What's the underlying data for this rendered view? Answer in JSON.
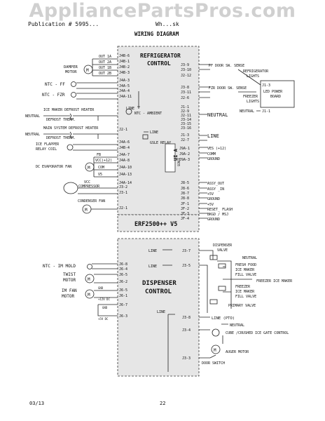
{
  "watermark": "AppliancePartsPros.com",
  "header": {
    "left": "Publication # 5995...",
    "right": "Wh...sk",
    "title": "WIRING DIAGRAM"
  },
  "footer": {
    "date": "03/13",
    "page": "22"
  },
  "colors": {
    "line": "#222222",
    "board": "#e6e6e6",
    "watermark": "#999999"
  },
  "board": {
    "main_title_1": "REFRIGERATOR",
    "main_title_2": "CONTROL",
    "model": "ERF2500++ V5",
    "dispenser_title_1": "DISPENSER",
    "dispenser_title_2": "CONTROL",
    "ui": "UI A",
    "ui_sub": "SENSE"
  },
  "left_components": {
    "damper_motor_1": "DAMPER",
    "damper_motor_2": "MOTOR",
    "ntc_ff": "NTC - FF",
    "ntc_fzr": "NTC - FZR",
    "icemaker_heater": "ICE MAKER DEFROST HEATER",
    "neutral_1": "NEUTRAL",
    "defrost_therm_1": "DEFROST THERM.",
    "main_heater": "MAIN SYSTEM DEFROST HEATER",
    "neutral_2": "NEUTRAL",
    "defrost_therm_2": "DEFROST THERM.",
    "flapper_1": "ICE FLAPPER",
    "flapper_2": "RELAY COIL",
    "dc_evap_fan": "DC EVAPORATOR FAN",
    "fb": "FB",
    "vcc12": "VCC(+12)",
    "com": "COM",
    "v5": "V5",
    "vcc_comp_1": "VCC",
    "vcc_comp_2": "COMPRESSOR",
    "condenser_fan": "CONDENSER FAN",
    "ntc_im": "NTC - IM MOLD",
    "twist_1": "TWIST",
    "twist_2": "MOTOR",
    "imfan_1": "IM FAN",
    "imfan_2": "MOTOR",
    "gnd_1": "GND",
    "plus12": "+12V DC",
    "gnd_2": "GND",
    "plus5": "+5V DC",
    "out1a": "OUT 1A",
    "out2a": "OUT 2A",
    "out1b": "OUT 1B",
    "out2b": "OUT 2B",
    "m": "M"
  },
  "left_pins": [
    "J4B-6",
    "J4B-1",
    "J4B-2",
    "J4B-3",
    "J4A-3",
    "J4A-5",
    "J4A-4",
    "J4A-11",
    "J2-1",
    "J4A-6",
    "J4B-4",
    "J4A-7",
    "J4A-8",
    "J4A-10",
    "J4A-13",
    "J4A-14",
    "J3-2",
    "J3-1",
    "J2-1"
  ],
  "main_right_pins": [
    "J3-9",
    "J3-10",
    "J2-12",
    "J3-8",
    "J3-11",
    "J2-6",
    "J1-1",
    "J2-9",
    "J2-11",
    "J3-14",
    "J3-15",
    "J3-16",
    "J1-3",
    "J2-7",
    "J8-5",
    "J8-6",
    "J8-7",
    "J8-8",
    "JF-1",
    "JF-2",
    "JF-3",
    "JF-4"
  ],
  "ui_pins": [
    "J9A-1",
    "J9A-2",
    "J9A-3"
  ],
  "inner_labels": {
    "line": "LINE",
    "ntc_ambient": "NTC - AMBIENT",
    "line2": "LINE",
    "gsle": "GSLE RELAY"
  },
  "right_labels": {
    "pf_door": "PF DOOR SW. SENSE",
    "fzr_door": "FZR DOOR SW. SENSE",
    "neutral": "NEUTRAL",
    "line": "LINE",
    "ref_lights_1": "REFRIGERATOR",
    "ref_lights_2": "LIGHTS",
    "j1_3": "J1-3",
    "led_1": "LED POWER",
    "led_2": "BOARD",
    "frz_lights_1": "FREEZER",
    "frz_lights_2": "LIGHTS",
    "neutral_j1": "NEUTRAL",
    "j1_1": "J1-1",
    "ves": "VES (+12)",
    "comm": "COMM",
    "ground": "GROUND",
    "assy_out": "ASSY_OUT",
    "assy_in": "ASSY _IN",
    "plus5v": "+5V",
    "ground2": "GROUND",
    "plus5v_2": "+5V",
    "reset": "RESET_ FLASH",
    "bkgd": "BKGD / MSJ",
    "ground3": "GROUND"
  },
  "dispenser": {
    "left_pins": [
      "J6-8",
      "J6-4",
      "J6-5",
      "J6-2",
      "J6-5",
      "J6-1",
      "J6-7",
      "J6-3"
    ],
    "right_pins": [
      "J3-7",
      "J3-5",
      "J3-8",
      "J3-4",
      "J3-3"
    ],
    "line_1": "LINE",
    "line_2": "LINE",
    "line_3": "LINE",
    "disp_valve_1": "DISPENSER",
    "disp_valve_2": "VALVE",
    "neutral_1": "NEUTRAL",
    "fresh_1": "FRESH FOOD",
    "fresh_2": "ICE MAKER",
    "fresh_3": "FILL VALVE",
    "frz_im": "FREEZER ICE MAKER",
    "frz_1": "FREEZER",
    "frz_2": "ICE MAKER",
    "frz_3": "FILL VALVE",
    "primary": "PRIMARY VALVE",
    "line_pto": "LINE (PTO)",
    "neutral_2": "NEUTRAL",
    "cube": "CUBE /CRUSHED ICE GATE CONTROL",
    "auger": "AUGER MOTOR",
    "door_sw": "DOOR SWITCH"
  }
}
